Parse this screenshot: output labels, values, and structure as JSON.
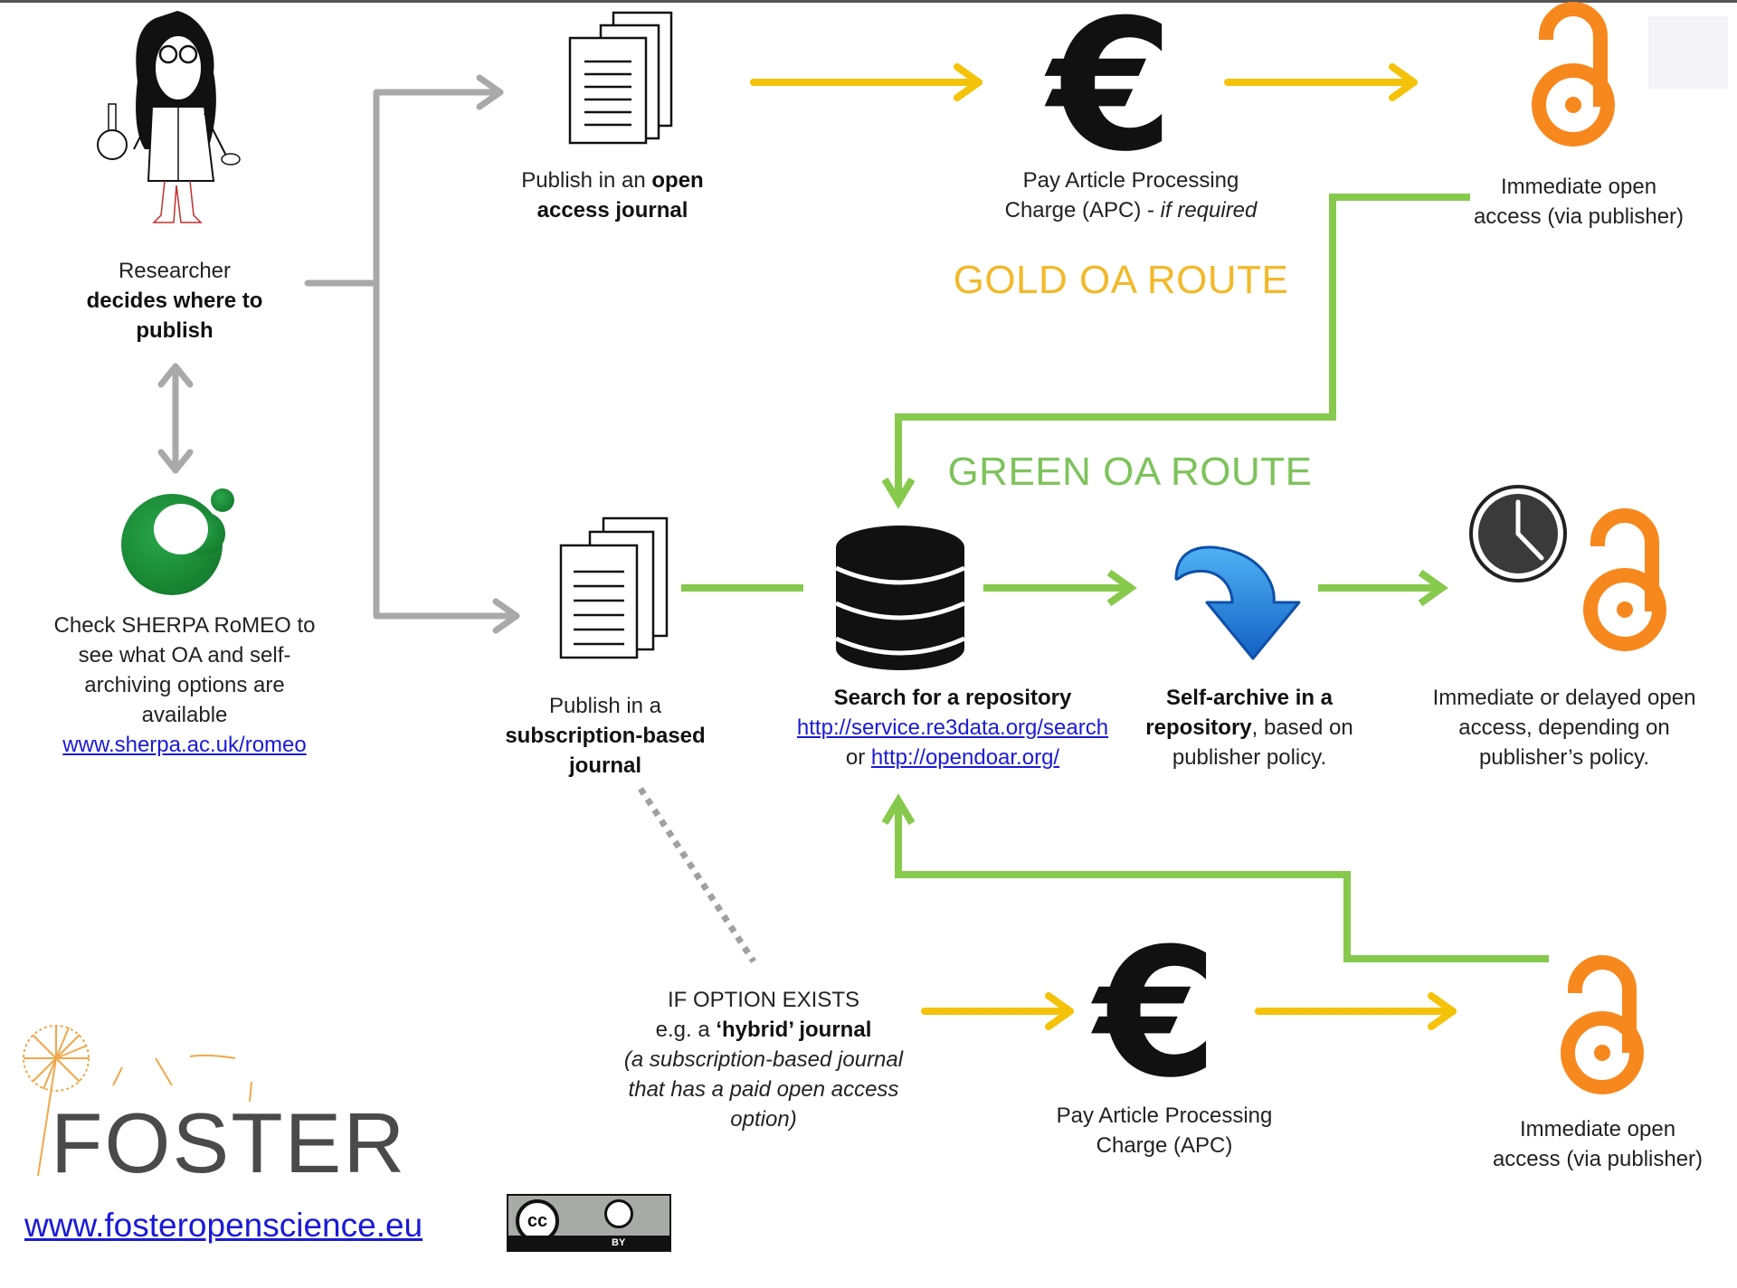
{
  "diagram": {
    "title": "Open Access publishing routes",
    "colors": {
      "gold": "#f5c20a",
      "gold_label": "#f2b92a",
      "green": "#86c94c",
      "green_label": "#7dc35b",
      "grey_connector": "#a9a9a9",
      "oa_orange": "#f7881e",
      "sherpa_green": "#1f8f3a",
      "link_blue": "#1a1ad8"
    },
    "researcher": {
      "icon": "researcher-figure-icon",
      "line1": "Researcher",
      "line2": "decides where to",
      "line3": "publish"
    },
    "sherpa": {
      "icon": "sherpa-romeo-logo",
      "line1": "Check SHERPA RoMEO to",
      "line2": "see what OA and self-",
      "line3": "archiving options are",
      "line4": "available",
      "link": "www.sherpa.ac.uk/romeo"
    },
    "gold_route": {
      "label": "GOLD OA ROUTE",
      "journal": {
        "icon": "document-stack-icon",
        "prefix": "Publish in an ",
        "bold1": "open",
        "bold2": "access journal"
      },
      "apc": {
        "icon": "euro-icon",
        "line1": "Pay Article Processing",
        "line2_plain": "Charge (APC) - ",
        "line2_italic": "if required"
      },
      "result": {
        "icon": "open-access-lock-icon",
        "line1": "Immediate open",
        "line2": "access (via publisher)"
      }
    },
    "green_route": {
      "label": "GREEN OA ROUTE",
      "journal": {
        "icon": "document-stack-icon",
        "line1": "Publish in a",
        "line2": "subscription-based",
        "line3": "journal"
      },
      "repository": {
        "icon": "database-icon",
        "title": "Search for a repository",
        "link1": "http://service.re3data.org/search",
        "or": "or ",
        "link2": "http://opendoar.org/"
      },
      "self_archive": {
        "icon": "curved-down-arrow-icon",
        "bold1": "Self-archive in a",
        "bold2": "repository",
        "rest2": ", based on",
        "line3": "publisher policy."
      },
      "result": {
        "icons": [
          "clock-icon",
          "open-access-lock-icon"
        ],
        "line1": "Immediate or delayed open",
        "line2": "access, depending on",
        "line3": "publisher’s policy."
      }
    },
    "hybrid_route": {
      "condition": {
        "line1": "IF OPTION EXISTS",
        "line2_plain": "e.g.  a ",
        "line2_bold": "‘hybrid’ journal",
        "line3": "(a subscription-based journal",
        "line4": "that has a paid open access",
        "line5": "option)"
      },
      "apc": {
        "icon": "euro-icon",
        "line1": "Pay Article Processing",
        "line2": "Charge (APC)"
      },
      "result": {
        "icon": "open-access-lock-icon",
        "line1": "Immediate open",
        "line2": "access (via publisher)"
      }
    },
    "footer": {
      "logo_text": "FOSTER",
      "link": "www.fosteropenscience.eu",
      "license": {
        "cc": "cc",
        "by": "BY"
      }
    }
  }
}
